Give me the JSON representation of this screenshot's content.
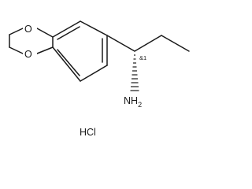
{
  "molecule": {
    "atoms": {
      "o_top": "O",
      "o_bottom": "O",
      "amine": "NH",
      "amine_sub": "2",
      "stereo": "&1"
    },
    "salt": "HCl"
  },
  "colors": {
    "ink": "#1a1a1a",
    "background": "#ffffff"
  }
}
